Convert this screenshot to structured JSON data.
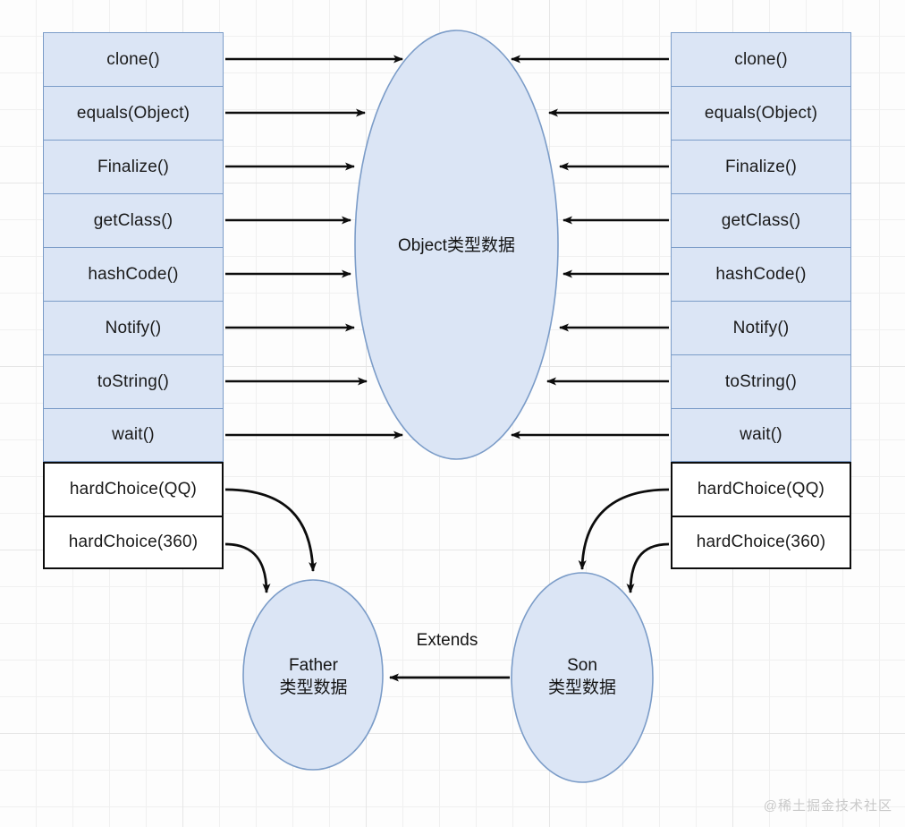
{
  "diagram": {
    "title_watermark": "@稀土掘金技术社区",
    "colors": {
      "inherited_fill": "#dbe5f5",
      "inherited_border": "#7b9cc8",
      "own_fill": "#ffffff",
      "own_border": "#0d0d0d",
      "ellipse_fill": "#dbe5f5",
      "ellipse_border": "#7b9cc8",
      "arrow": "#0d0d0d",
      "background": "#fdfdfd",
      "grid_line": "#ececec"
    },
    "left_table": {
      "name": "father-method-table",
      "inherited_rows": [
        "clone()",
        "equals(Object)",
        "Finalize()",
        "getClass()",
        "hashCode()",
        "Notify()",
        "toString()",
        "wait()"
      ],
      "own_rows": [
        "hardChoice(QQ)",
        "hardChoice(360)"
      ]
    },
    "right_table": {
      "name": "son-method-table",
      "inherited_rows": [
        "clone()",
        "equals(Object)",
        "Finalize()",
        "getClass()",
        "hashCode()",
        "Notify()",
        "toString()",
        "wait()"
      ],
      "own_rows": [
        "hardChoice(QQ)",
        "hardChoice(360)"
      ]
    },
    "nodes": {
      "object": {
        "label": "Object类型数据",
        "line1": "Object类型数据",
        "line2": ""
      },
      "father": {
        "label": "Father\n类型数据",
        "line1": "Father",
        "line2": "类型数据"
      },
      "son": {
        "label": "Son\n类型数据",
        "line1": "Son",
        "line2": "类型数据"
      }
    },
    "edges": {
      "extends_label": "Extends",
      "left_to_object_count": 8,
      "right_to_object_count": 8,
      "left_own_to_father_count": 2,
      "right_own_to_son_count": 2,
      "son_to_father": "Extends"
    }
  }
}
